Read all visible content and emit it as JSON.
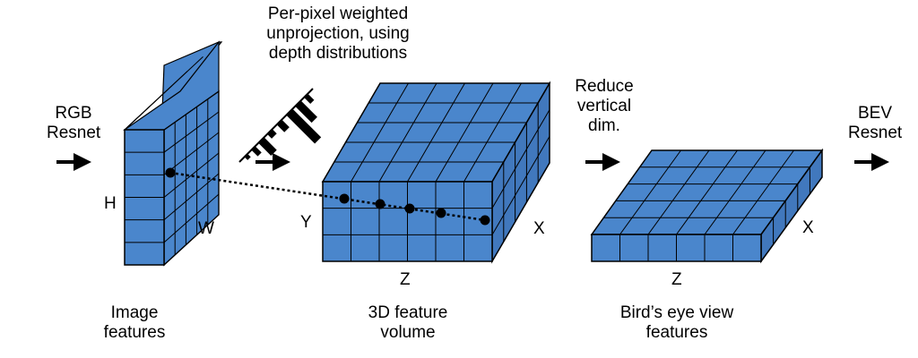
{
  "labels": {
    "rgb_resnet": [
      "RGB",
      "Resnet"
    ],
    "unprojection": [
      "Per-pixel weighted",
      "unprojection, using",
      "depth distributions"
    ],
    "reduce": [
      "Reduce",
      "vertical",
      "dim."
    ],
    "bev_resnet": [
      "BEV",
      "Resnet"
    ],
    "image_features": [
      "Image",
      "features"
    ],
    "feature_volume": [
      "3D feature",
      "volume"
    ],
    "bev_features": [
      "Bird’s eye view",
      "features"
    ]
  },
  "axes": {
    "image_h": "H",
    "image_w": "W",
    "volume_y": "Y",
    "volume_x": "X",
    "volume_z": "Z",
    "bev_x": "X",
    "bev_z": "Z"
  },
  "colors": {
    "cell_fill": "#4a86cc",
    "cell_fill_side": "#4178bd",
    "grid_line": "#000000"
  },
  "icons": [
    "right-arrow-icon",
    "depth-distribution-icon"
  ]
}
